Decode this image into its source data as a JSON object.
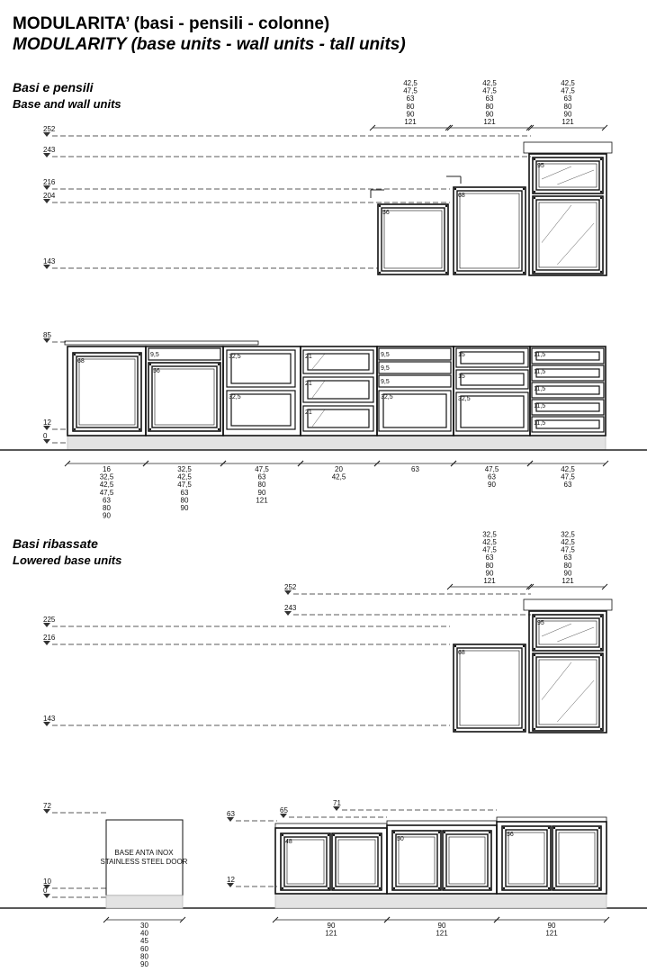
{
  "title": {
    "it": "MODULARITA’ (basi - pensili - colonne)",
    "en": "MODULARITY (base units - wall units - tall units)"
  },
  "section1": {
    "title_it": "Basi e pensili",
    "title_en": "Base and wall units",
    "wall_levels": [
      "252",
      "243",
      "216",
      "204",
      "143"
    ],
    "wall_top_widths": [
      [
        "42,5",
        "47,5",
        "63",
        "80",
        "90",
        "121"
      ],
      [
        "42,5",
        "47,5",
        "63",
        "80",
        "90",
        "121"
      ],
      [
        "42,5",
        "47,5",
        "63",
        "80",
        "90",
        "121"
      ]
    ],
    "wall_units": [
      {
        "label": "56"
      },
      {
        "label": "68"
      },
      {
        "label": "95"
      }
    ],
    "base_levels": [
      "85",
      "12",
      "0"
    ],
    "base_units": [
      {
        "labels": [
          "68"
        ]
      },
      {
        "labels": [
          "9,5",
          "56"
        ]
      },
      {
        "labels": [
          "32,5",
          "32,5"
        ]
      },
      {
        "labels": [
          "21",
          "21",
          "21"
        ]
      },
      {
        "labels": [
          "9,5",
          "9,5",
          "9,5",
          "32,5"
        ]
      },
      {
        "labels": [
          "15",
          "15",
          "32,5"
        ]
      },
      {
        "labels": [
          "11,5",
          "11,5",
          "11,5",
          "11,5",
          "11,5"
        ]
      }
    ],
    "base_widths": [
      [
        "16",
        "32,5",
        "42,5",
        "47,5",
        "63",
        "80",
        "90"
      ],
      [
        "32,5",
        "42,5",
        "47,5",
        "63",
        "80",
        "90"
      ],
      [
        "47,5",
        "63",
        "80",
        "90",
        "121"
      ],
      [
        "20",
        "42,5"
      ],
      [
        "63"
      ],
      [
        "47,5",
        "63",
        "90"
      ],
      [
        "42,5",
        "47,5",
        "63"
      ]
    ]
  },
  "section2": {
    "title_it": "Basi ribassate",
    "title_en": "Lowered base units",
    "wall_levels": [
      "252",
      "243",
      "225",
      "216",
      "143"
    ],
    "wall_top_widths": [
      [
        "32,5",
        "42,5",
        "47,5",
        "63",
        "80",
        "90",
        "121"
      ],
      [
        "32,5",
        "42,5",
        "47,5",
        "63",
        "80",
        "90",
        "121"
      ]
    ],
    "wall_units": [
      {
        "label": "68"
      },
      {
        "label": "95"
      }
    ],
    "inox": {
      "line1": "BASE ANTA INOX",
      "line2": "STAINLESS STEEL DOOR",
      "levels": [
        "72",
        "10",
        "0"
      ],
      "widths": [
        "30",
        "40",
        "45",
        "60",
        "80",
        "90"
      ]
    },
    "lowered_levels": [
      "63",
      "65",
      "71",
      "12"
    ],
    "lowered_units": [
      {
        "label": "48"
      },
      {
        "label": "50"
      },
      {
        "label": "56"
      }
    ],
    "lowered_widths": [
      [
        "90",
        "121"
      ],
      [
        "90",
        "121"
      ],
      [
        "90",
        "121"
      ]
    ]
  }
}
